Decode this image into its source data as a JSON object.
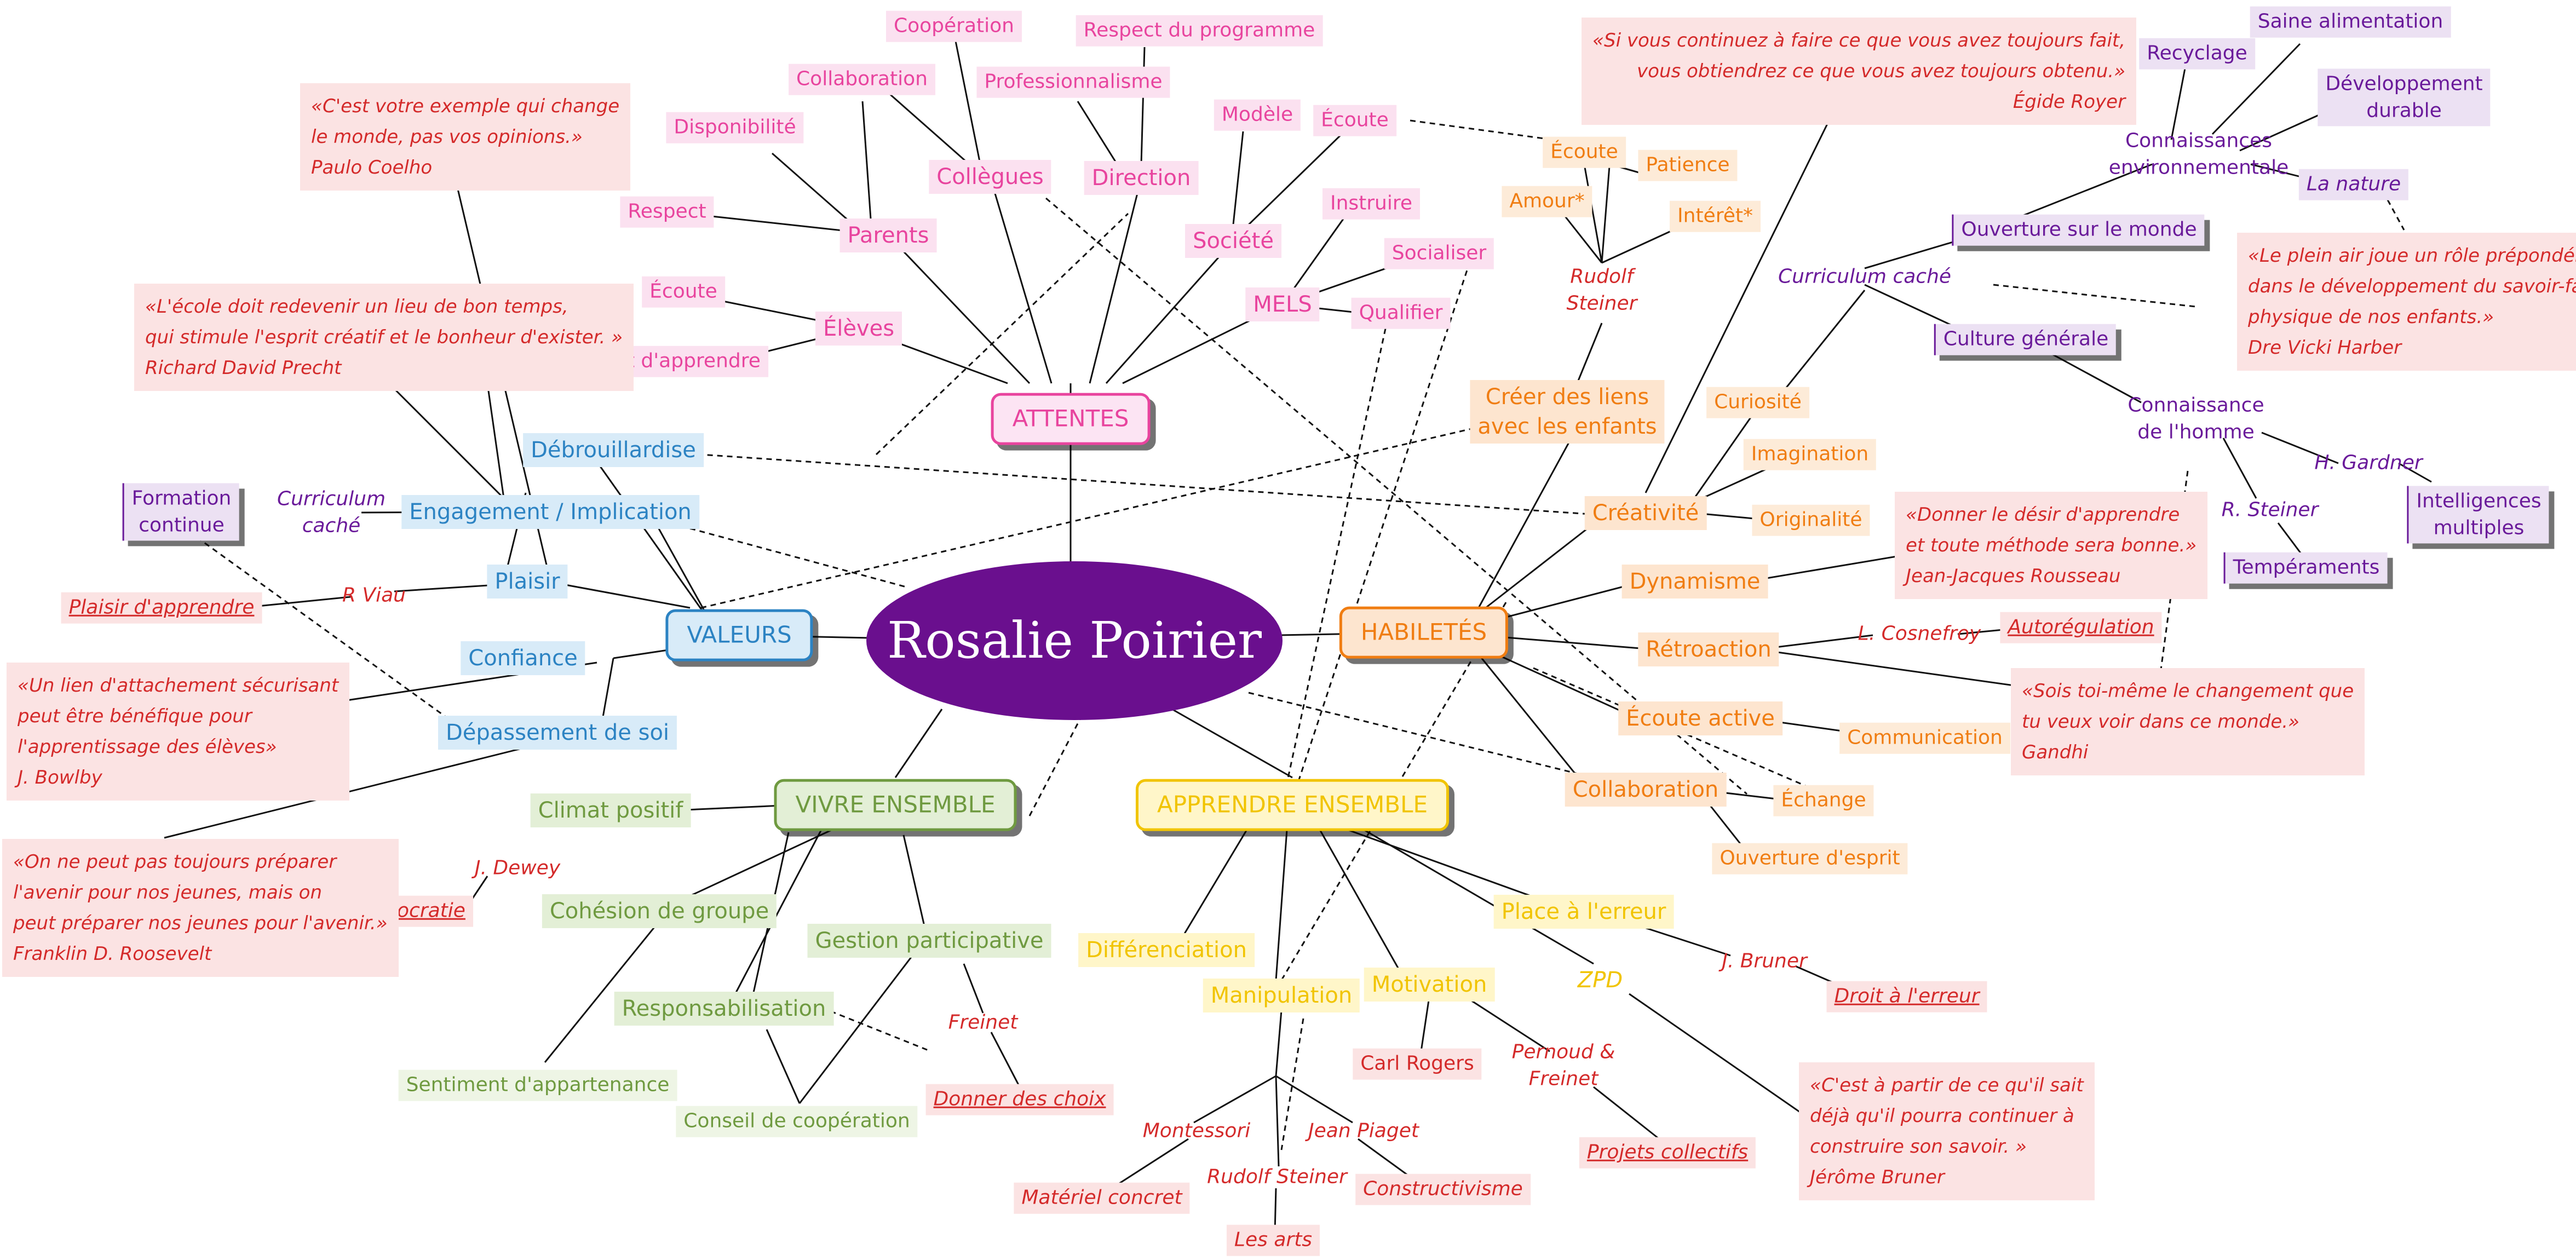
{
  "center": "Rosalie Poirier",
  "colors": {
    "purple": "#6a0f8e",
    "pink": "#e8449e",
    "blue": "#2c83c3",
    "orange": "#f07d12",
    "green": "#6f9a40",
    "yellow": "#f1c400",
    "red": "#d42a2a",
    "violet": "#6a1a9a"
  },
  "branches": {
    "attentes": "ATTENTES",
    "valeurs": "VALEURS",
    "habiletes": "HABILETÉS",
    "vivre": "VIVRE ENSEMBLE",
    "apprendre": "APPRENDRE ENSEMBLE"
  },
  "attentes": {
    "parents": "Parents",
    "eleves": "Élèves",
    "collegues": "Collègues",
    "direction": "Direction",
    "societe": "Société",
    "mels": "MELS",
    "respect": "Respect",
    "disponibilite": "Disponibilité",
    "collaboration": "Collaboration",
    "cooperation": "Coopération",
    "professionnalisme": "Professionnalisme",
    "respect_programme": "Respect du programme",
    "modele": "Modèle",
    "ecoute_soc": "Écoute",
    "ecoute_el": "Écoute",
    "droit_apprendre": "Droit d'apprendre",
    "instruire": "Instruire",
    "socialiser": "Socialiser",
    "qualifier": "Qualifier"
  },
  "valeurs": {
    "debrouillardise": "Débrouillardise",
    "engagement": "Engagement / Implication",
    "plaisir": "Plaisir",
    "confiance": "Confiance",
    "depassement": "Dépassement de soi",
    "formation_l1": "Formation",
    "formation_l2": "continue",
    "curriculum_l1": "Curriculum",
    "curriculum_l2": "caché",
    "rviau": "R Viau",
    "plaisir_apprendre": "Plaisir d'apprendre"
  },
  "habiletes": {
    "creer_l1": "Créer des liens",
    "creer_l2": "avec les enfants",
    "creativite": "Créativité",
    "dynamisme": "Dynamisme",
    "retroaction": "Rétroaction",
    "ecoute_active": "Écoute active",
    "collaboration": "Collaboration",
    "curiosite": "Curiosité",
    "imagination": "Imagination",
    "originalite": "Originalité",
    "cosnefroy": "L. Cosnefroy",
    "autoregulation": "Autorégulation",
    "communication": "Communication",
    "echange": "Échange",
    "ouverture_esprit": "Ouverture d'esprit",
    "rudolf_l1": "Rudolf",
    "rudolf_l2": "Steiner",
    "ecoute": "Écoute",
    "patience": "Patience",
    "amour": "Amour*",
    "interet": "Intérêt*"
  },
  "vivre": {
    "climat": "Climat positif",
    "cohesion": "Cohésion de groupe",
    "gestion": "Gestion participative",
    "responsabilisation": "Responsabilisation",
    "jdewey": "J. Dewey",
    "democratie": "Démocratie",
    "sentiment": "Sentiment d'appartenance",
    "conseil": "Conseil de coopération",
    "freinet": "Freinet",
    "donner_choix": "Donner des choix"
  },
  "apprendre": {
    "differenciation": "Différenciation",
    "manipulation": "Manipulation",
    "motivation": "Motivation",
    "place_erreur": "Place à l'erreur",
    "zpd": "ZPD",
    "jbruner": "J. Bruner",
    "droit_erreur": "Droit à l'erreur",
    "carl_rogers": "Carl Rogers",
    "pernoud_l1": "Pernoud &",
    "pernoud_l2": "Freinet",
    "projets": "Projets collectifs",
    "montessori": "Montessori",
    "jean_piaget": "Jean Piaget",
    "rudolf_steiner": "Rudolf Steiner",
    "materiel": "Matériel concret",
    "constructivisme": "Constructivisme",
    "les_arts": "Les arts"
  },
  "curriculum_cache": {
    "title": "Curriculum caché",
    "ouverture": "Ouverture sur le monde",
    "culture": "Culture générale",
    "connaissances_l1": "Connaissances",
    "connaissances_l2": "environnementale",
    "recyclage": "Recyclage",
    "saine": "Saine alimentation",
    "dev_l1": "Développement",
    "dev_l2": "durable",
    "nature": "La nature",
    "homme_l1": "Connaissance",
    "homme_l2": "de l'homme",
    "gardner": "H. Gardner",
    "steiner": "R. Steiner",
    "intel_l1": "Intelligences",
    "intel_l2": "multiples",
    "temperaments": "Tempéraments"
  },
  "quotes": {
    "coelho": {
      "l1": "«C'est votre exemple qui change",
      "l2": "le monde, pas vos opinions.»",
      "author": "Paulo Coelho"
    },
    "precht": {
      "l1": "«L'école doit redevenir un lieu de bon temps,",
      "l2": "qui stimule l'esprit créatif et le bonheur d'exister. »",
      "author": "Richard David Precht"
    },
    "bowlby": {
      "l1": "«Un lien d'attachement sécurisant",
      "l2": "peut être  bénéfique pour",
      "l3": "l'apprentissage des élèves»",
      "author": "J. Bowlby"
    },
    "roosevelt": {
      "l1": "«On ne peut pas toujours préparer",
      "l2": "l'avenir pour nos jeunes, mais on",
      "l3": "peut préparer nos jeunes pour l'avenir.»",
      "author": "Franklin D. Roosevelt"
    },
    "royer": {
      "l1": "«Si vous continuez à faire ce que vous avez toujours fait,",
      "l2": "vous obtiendrez ce que vous avez toujours obtenu.»",
      "author": "Égide Royer"
    },
    "harber": {
      "l1": "«Le plein air joue un rôle prépondérant",
      "l2": "dans le développement du savoir-faire",
      "l3": "physique de nos enfants.»",
      "author": "Dre Vicki Harber"
    },
    "rousseau": {
      "l1": "«Donner le désir d'apprendre",
      "l2": "et toute méthode sera bonne.»",
      "author": "Jean-Jacques Rousseau"
    },
    "gandhi": {
      "l1": "«Sois toi-même le changement que",
      "l2": "tu veux voir dans ce monde.»",
      "author": "Gandhi"
    },
    "bruner": {
      "l1": "«C'est à partir de ce qu'il sait",
      "l2": "déjà qu'il pourra continuer à",
      "l3": "construire son savoir. »",
      "author": "Jérôme Bruner"
    }
  }
}
